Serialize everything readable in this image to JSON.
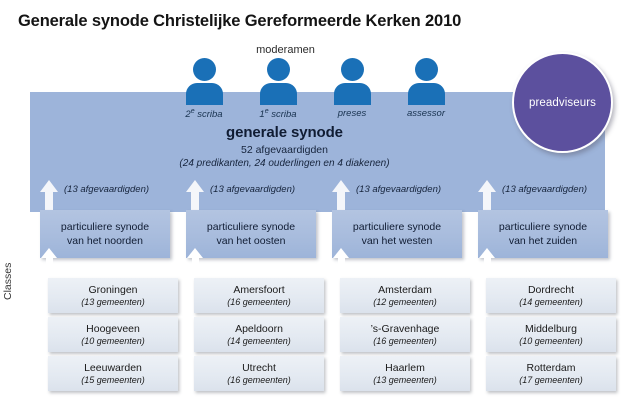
{
  "title": "Generale synode Christelijke Gereformeerde Kerken 2010",
  "moderamen": {
    "label": "moderamen",
    "members": [
      {
        "role": "2",
        "sup": "e",
        "rest": " scriba",
        "icon": "person-icon"
      },
      {
        "role": "1",
        "sup": "e",
        "rest": " scriba",
        "icon": "person-icon"
      },
      {
        "role": "preses",
        "sup": "",
        "rest": "",
        "icon": "person-icon"
      },
      {
        "role": "assessor",
        "sup": "",
        "rest": "",
        "icon": "person-icon"
      }
    ]
  },
  "preadviseurs": {
    "label": "preadviseurs",
    "color": "#5c509e"
  },
  "generale_synode": {
    "title": "generale synode",
    "delegates": "52 afgevaardigden",
    "composition": "(24 predikanten, 24 ouderlingen en 4 diakenen)",
    "band_color": "#9db4da"
  },
  "delegation_arrows": [
    {
      "caption": "(13 afgevaardigden)"
    },
    {
      "caption": "(13 afgevaardigden)"
    },
    {
      "caption": "(13 afgevaardigden)"
    },
    {
      "caption": "(13 afgevaardigden)"
    }
  ],
  "particuliere_synodes": [
    {
      "line1": "particuliere synode",
      "line2": "van het noorden"
    },
    {
      "line1": "particuliere synode",
      "line2": "van het oosten"
    },
    {
      "line1": "particuliere synode",
      "line2": "van het westen"
    },
    {
      "line1": "particuliere synode",
      "line2": "van het zuiden"
    }
  ],
  "classes_label": "Classes",
  "classes": [
    [
      {
        "name": "Groningen",
        "count": "(13 gemeenten)"
      },
      {
        "name": "Hoogeveen",
        "count": "(10 gemeenten)"
      },
      {
        "name": "Leeuwarden",
        "count": "(15 gemeenten)"
      }
    ],
    [
      {
        "name": "Amersfoort",
        "count": "(16 gemeenten)"
      },
      {
        "name": "Apeldoorn",
        "count": "(14 gemeenten)"
      },
      {
        "name": "Utrecht",
        "count": "(16 gemeenten)"
      }
    ],
    [
      {
        "name": "Amsterdam",
        "count": "(12 gemeenten)"
      },
      {
        "name": "’s-Gravenhage",
        "count": "(16 gemeenten)"
      },
      {
        "name": "Haarlem",
        "count": "(13 gemeenten)"
      }
    ],
    [
      {
        "name": "Dordrecht",
        "count": "(14 gemeenten)"
      },
      {
        "name": "Middelburg",
        "count": "(10 gemeenten)"
      },
      {
        "name": "Rotterdam",
        "count": "(17 gemeenten)"
      }
    ]
  ]
}
